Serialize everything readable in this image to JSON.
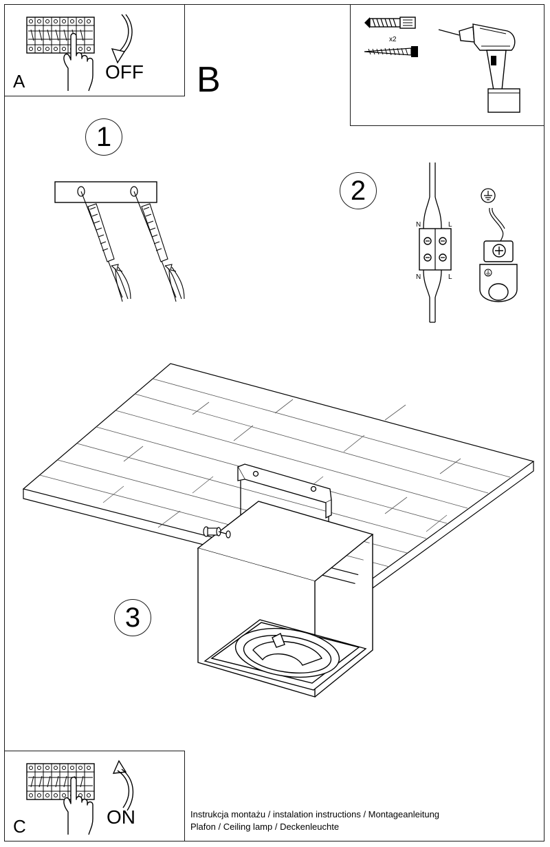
{
  "panel_a": {
    "letter": "A",
    "action": "OFF",
    "icons": [
      "circuit-breaker-icon",
      "hand-icon",
      "curved-arrow-down-icon"
    ]
  },
  "panel_b": {
    "letter": "B"
  },
  "tools": {
    "quantity": "x2",
    "icons": [
      "wall-plug-icon",
      "screw-icon",
      "drill-icon"
    ]
  },
  "steps": [
    {
      "number": "1"
    },
    {
      "number": "2",
      "wire_labels": {
        "neutral": "N",
        "live": "L"
      },
      "icons": [
        "terminal-block-icon",
        "ground-icon",
        "ground-terminal-icon"
      ]
    },
    {
      "number": "3"
    }
  ],
  "panel_c": {
    "letter": "C",
    "action": "ON",
    "icons": [
      "circuit-breaker-icon",
      "hand-icon",
      "curved-arrow-up-icon"
    ]
  },
  "caption": {
    "line1": "Instrukcja montażu / instalation instructions / Montageanleitung",
    "line2": "Plafon / Ceiling lamp / Deckenleuchte"
  }
}
